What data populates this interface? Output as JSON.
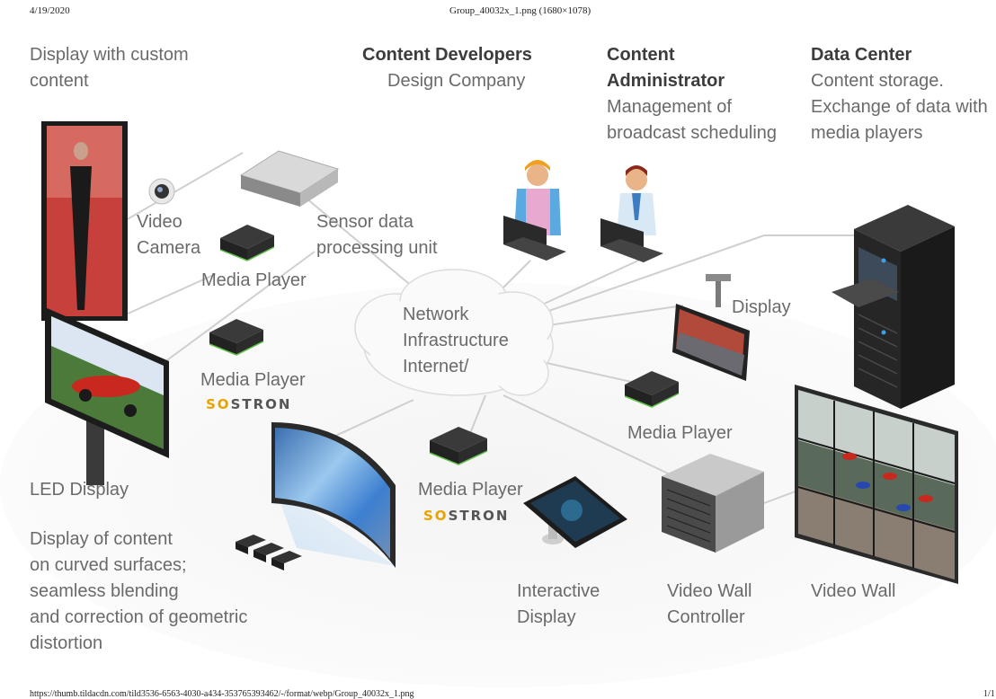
{
  "header": {
    "date": "4/19/2020",
    "title": "Group_40032x_1.png (1680×1078)"
  },
  "footer": {
    "url": "https://thumb.tildacdn.com/tild3536-6563-4030-a434-353765393462/-/format/webp/Group_40032x_1.png",
    "page": "1/1"
  },
  "labels": {
    "display_custom": "Display with custom\ncontent",
    "content_dev_title": "Content Developers",
    "content_dev_sub": "Design Company",
    "admin_title": "Content\nAdministrator",
    "admin_sub": "Management of\nbroadcast scheduling",
    "dc_title": "Data Center",
    "dc_sub": "Content storage.\nExchange of data with\nmedia players",
    "video_camera": "Video\nCamera",
    "sensor": "Sensor data\nprocessing unit",
    "media_player_1": "Media Player",
    "media_player_2": "Media Player",
    "media_player_3": "Media Player",
    "media_player_4": "Media Player",
    "network": "Network\nInfrastructure\nInternet/",
    "display": "Display",
    "led_display": "LED Display",
    "curved": "Display of content\non curved surfaces;\nseamless blending\nand correction of geometric\ndistortion",
    "interactive": "Interactive\nDisplay",
    "vw_controller": "Video Wall\nController",
    "video_wall": "Video Wall"
  },
  "brand": {
    "prefix": "SO",
    "rest": "STRON"
  },
  "colors": {
    "accent": "#e8a300",
    "line": "#d0d0d0",
    "device": "#2f2f2f",
    "led": "#5fc14a"
  }
}
